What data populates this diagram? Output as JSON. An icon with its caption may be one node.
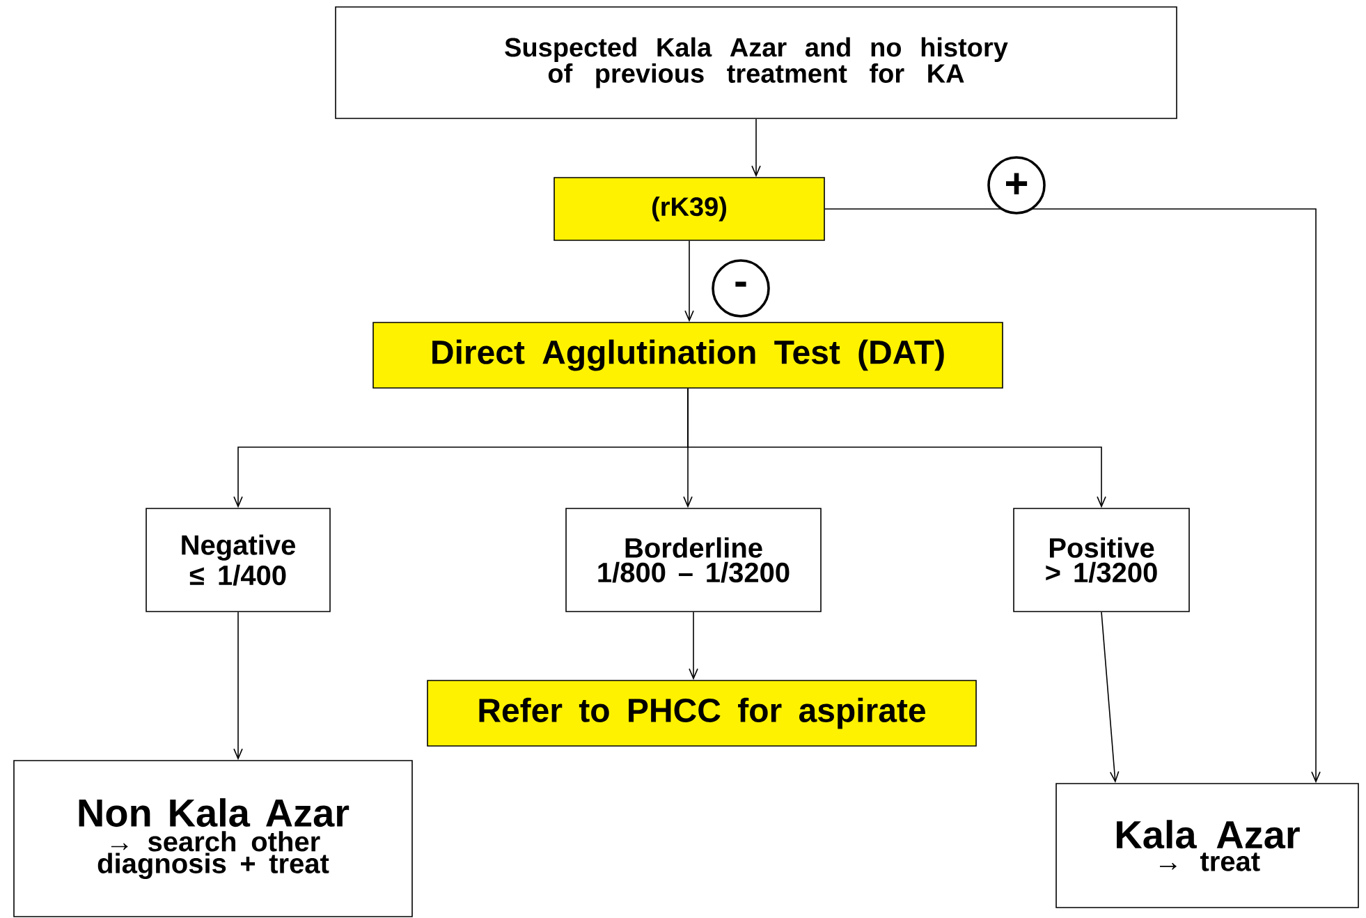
{
  "diagram": {
    "nodes": [
      {
        "text": [
          "Suspected Kala Azar and no history of previous treatment for KA"
        ]
      },
      {
        "text": [
          "(rK39)"
        ]
      },
      {
        "text": [
          "Direct Agglutination Test (DAT)"
        ]
      },
      {
        "text": [
          "Negative",
          "≤ 1/400"
        ]
      },
      {
        "text": [
          "Borderline",
          "1/800 – 1/3200"
        ]
      },
      {
        "text": [
          "Positive",
          "> 1/3200"
        ]
      },
      {
        "text": [
          "Refer to PHCC for aspirate"
        ]
      },
      {
        "text": [
          "Non Kala Azar",
          "→ search other diagnosis + treat"
        ]
      },
      {
        "text": [
          "Kala Azar",
          "→ treat"
        ]
      }
    ],
    "edges": [
      {
        "from": 0,
        "to": 1,
        "arrow": "to"
      },
      {
        "from": 1,
        "to": 2,
        "arrow": "to",
        "label": "-"
      },
      {
        "from": 1,
        "to": 8,
        "arrow": "to",
        "label": "+"
      },
      {
        "from": 2,
        "to": 3,
        "arrow": "to"
      },
      {
        "from": 2,
        "to": 4,
        "arrow": "to"
      },
      {
        "from": 2,
        "to": 5,
        "arrow": "to"
      },
      {
        "from": 3,
        "to": 7,
        "arrow": "to"
      },
      {
        "from": 4,
        "to": 6,
        "arrow": "to"
      },
      {
        "from": 5,
        "to": 8,
        "arrow": "to"
      }
    ]
  }
}
